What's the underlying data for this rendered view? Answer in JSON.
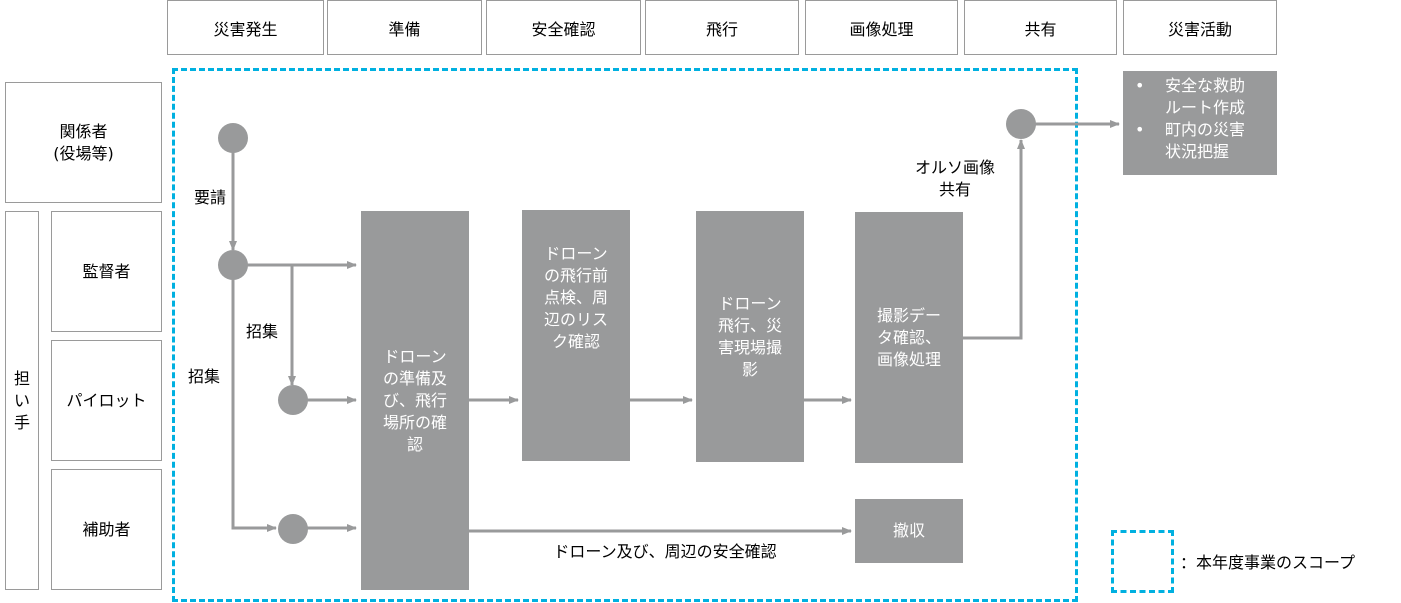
{
  "phases": [
    {
      "label": "災害発生"
    },
    {
      "label": "準備"
    },
    {
      "label": "安全確認"
    },
    {
      "label": "飛行"
    },
    {
      "label": "画像処理"
    },
    {
      "label": "共有"
    },
    {
      "label": "災害活動"
    }
  ],
  "roles": {
    "stakeholder": "関係者\n(役場等)",
    "bearer_group": "担\nい\n手",
    "supervisor": "監督者",
    "pilot": "パイロット",
    "assistant": "補助者"
  },
  "processes": {
    "prepare": "ドローン\nの準備及\nび、飛行\n場所の確\n認",
    "preflight": "ドローン\nの飛行前\n点検、周\n辺のリス\nク確認",
    "flight": "ドローン\n飛行、災\n害現場撮\n影",
    "processing": "撮影デー\nタ確認、\n画像処理",
    "withdraw": "撤収"
  },
  "edge_labels": {
    "request": "要請",
    "recruit_pilot": "招集",
    "recruit_assistant": "招集",
    "share": "オルソ画像\n共有",
    "safety_check": "ドローン及び、周辺の安全確認"
  },
  "results": [
    {
      "text": "安全な救助\nルート作成"
    },
    {
      "text": "町内の災害\n状況把握"
    }
  ],
  "legend": {
    "scope_label": "：本年度事業のスコープ"
  },
  "colors": {
    "process_fill": "#999a9b",
    "connector": "#999a9b",
    "scope_border": "#00b0e0",
    "box_border": "#9a9a9a"
  }
}
